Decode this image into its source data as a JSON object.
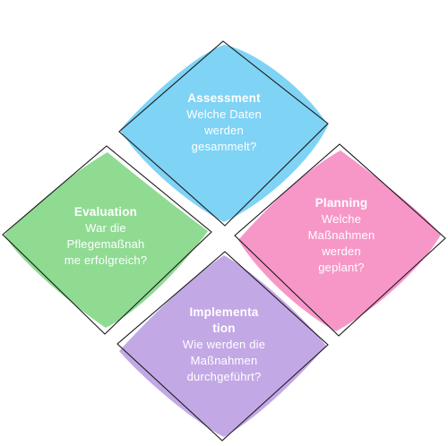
{
  "diagram": {
    "assessment": {
      "title": "Assessment",
      "question_lines": [
        "Welche Daten",
        "werden",
        "gesammelt?"
      ],
      "fill": "#7fd3f5"
    },
    "planning": {
      "title": "Planning",
      "question_lines": [
        "Welche",
        "Maßnahmen",
        "werden",
        "geplant?"
      ],
      "fill": "#f797c8"
    },
    "evaluation": {
      "title": "Evaluation",
      "question_lines": [
        "War die",
        "Pflegemaßnah",
        "me erfolgreich?"
      ],
      "fill": "#8fdb92"
    },
    "implementation": {
      "title_lines": [
        "Implementa",
        "tion"
      ],
      "question_lines": [
        "Wie werden die",
        "Maßnahmen",
        "durchgeführt?"
      ],
      "fill": "#c3a8e6"
    },
    "outline_color": "#1a1a1a"
  }
}
